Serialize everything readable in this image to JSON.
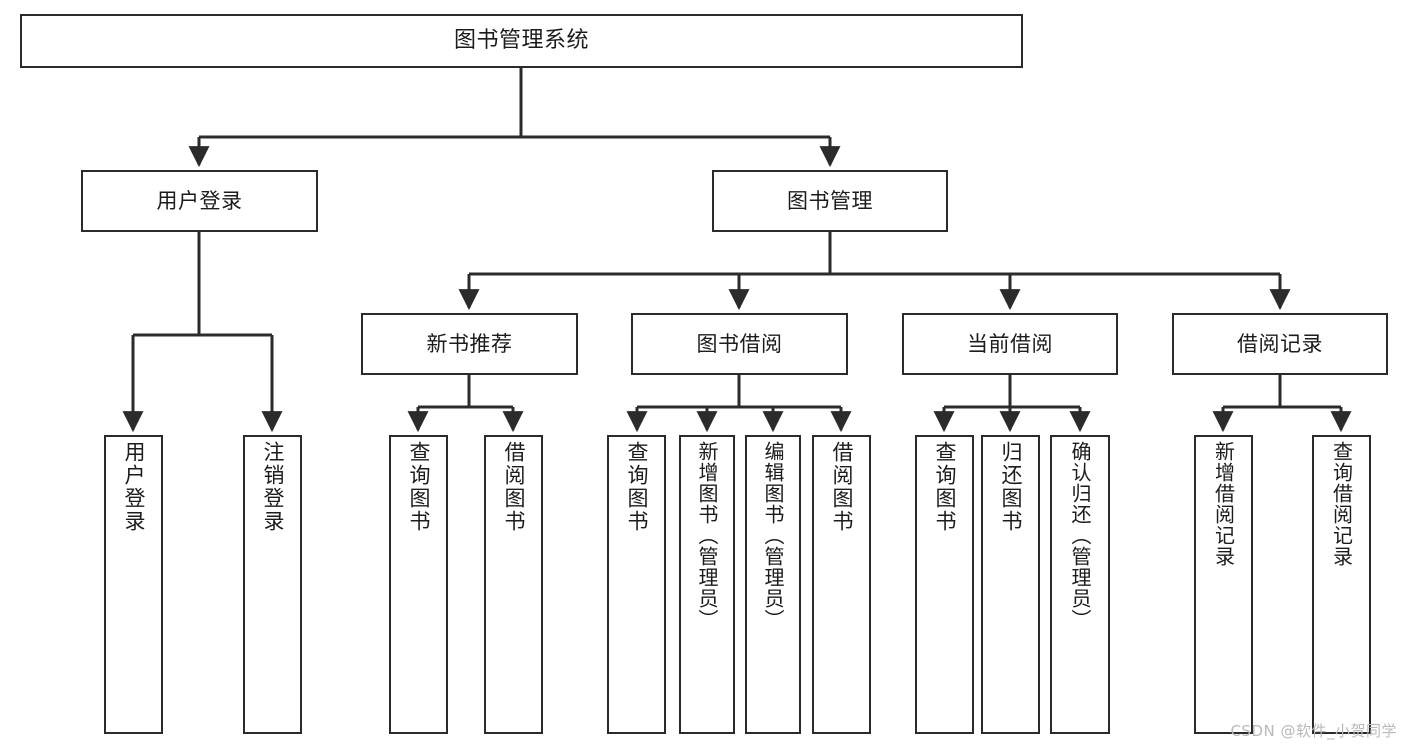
{
  "diagram": {
    "title": "图书管理系统",
    "type": "tree",
    "watermark": "CSDN @软件_小贺同学",
    "line_color": "#2b2b2b",
    "box_fill": "#ffffff",
    "text_color": "#1c1c1c",
    "nodes": {
      "root": {
        "label": "图书管理系统"
      },
      "level2": [
        {
          "id": "user-login",
          "label": "用户登录"
        },
        {
          "id": "book-manage",
          "label": "图书管理"
        }
      ],
      "level3": [
        {
          "id": "new-book-recommend",
          "label": "新书推荐"
        },
        {
          "id": "book-borrow",
          "label": "图书借阅"
        },
        {
          "id": "current-borrow",
          "label": "当前借阅"
        },
        {
          "id": "borrow-record",
          "label": "借阅记录"
        }
      ],
      "leaves": {
        "user-login": [
          {
            "id": "leaf-user-login",
            "label": "用户登录"
          },
          {
            "id": "leaf-logout-login",
            "label": "注销登录"
          }
        ],
        "new-book-recommend": [
          {
            "id": "leaf-query-book-1",
            "label": "查询图书"
          },
          {
            "id": "leaf-borrow-book-1",
            "label": "借阅图书"
          }
        ],
        "book-borrow": [
          {
            "id": "leaf-query-book-2",
            "label": "查询图书"
          },
          {
            "id": "leaf-add-book-admin",
            "label": "新增图书（管理员）"
          },
          {
            "id": "leaf-edit-book-admin",
            "label": "编辑图书（管理员）"
          },
          {
            "id": "leaf-borrow-book-2",
            "label": "借阅图书"
          }
        ],
        "current-borrow": [
          {
            "id": "leaf-query-book-3",
            "label": "查询图书"
          },
          {
            "id": "leaf-return-book",
            "label": "归还图书"
          },
          {
            "id": "leaf-confirm-return-admin",
            "label": "确认归还（管理员）"
          }
        ],
        "borrow-record": [
          {
            "id": "leaf-add-borrow-record",
            "label": "新增借阅记录"
          },
          {
            "id": "leaf-query-borrow-record",
            "label": "查询借阅记录"
          }
        ]
      }
    }
  }
}
